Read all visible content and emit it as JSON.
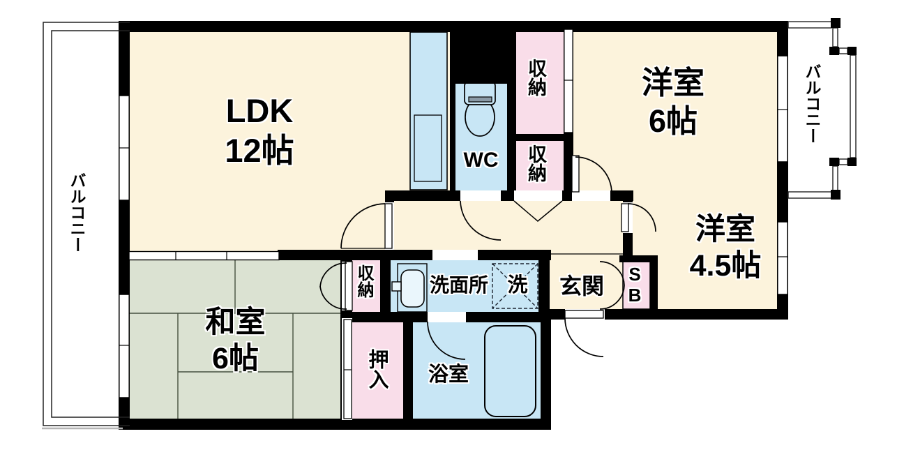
{
  "rooms": {
    "ldk": {
      "name": "LDK",
      "size": "12帖"
    },
    "western_room_6": {
      "name": "洋室",
      "size": "6帖"
    },
    "western_room_45": {
      "name": "洋室",
      "size": "4.5帖"
    },
    "japanese_room_6": {
      "name": "和室",
      "size": "6帖"
    },
    "wc": {
      "name": "WC"
    },
    "bathroom": {
      "name": "浴室"
    },
    "washroom": {
      "name": "洗面所"
    },
    "washer": {
      "name": "洗"
    },
    "entrance": {
      "name": "玄関"
    },
    "shoe_box": {
      "name": "SB"
    },
    "storage_top": {
      "name": "収納"
    },
    "storage_mid": {
      "name": "収納"
    },
    "storage_small": {
      "name": "収納"
    },
    "closet": {
      "name": "押入"
    },
    "balcony_left": {
      "name": "バルコニー"
    },
    "balcony_right": {
      "name": "バルコニー"
    }
  },
  "colors": {
    "wall": "#000000",
    "room_floor": "#FCF3DC",
    "tatami": "#DBE2D2",
    "water_area": "#C8E6F5",
    "storage": "#F9DDE9",
    "background": "#FFFFFF"
  }
}
